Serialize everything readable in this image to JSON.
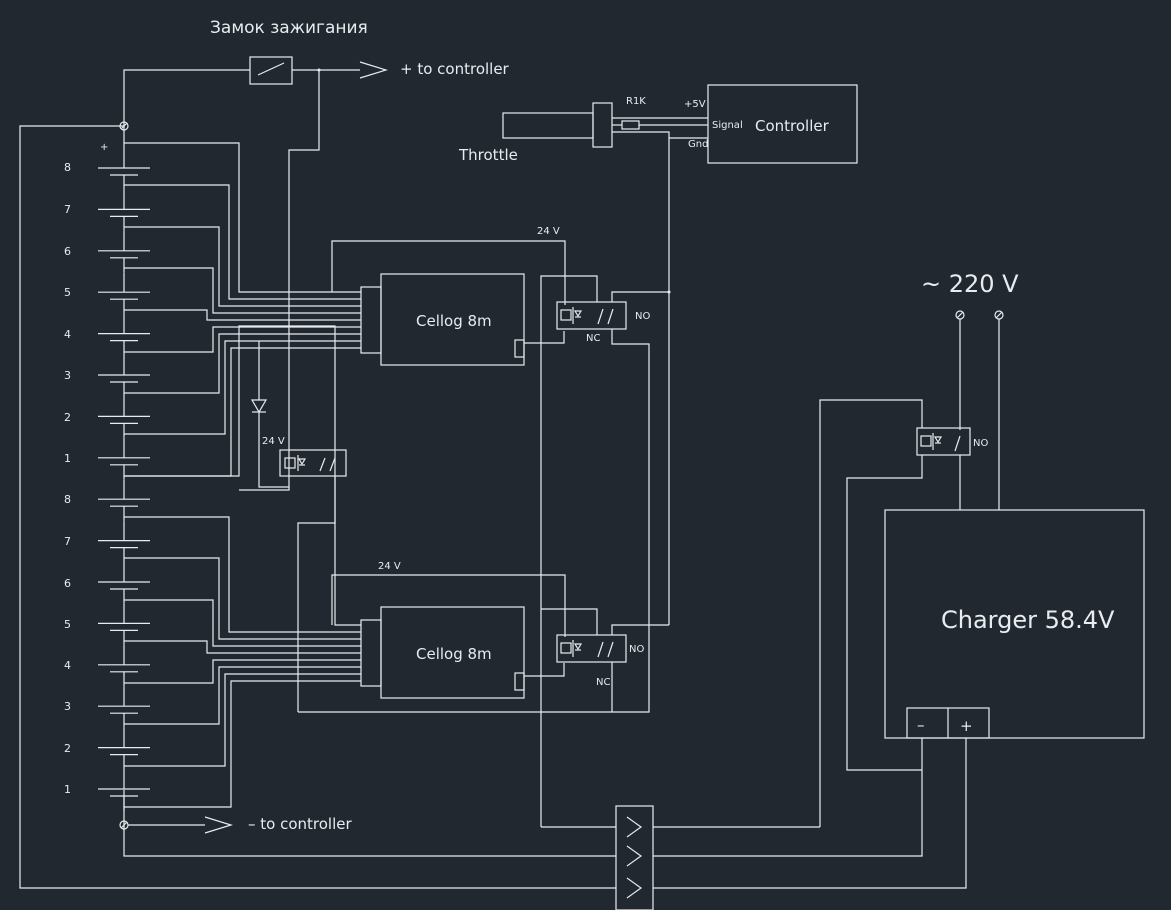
{
  "diagram": {
    "ignition_label": "Замок зажигания",
    "plus_to_controller": "+ to controller",
    "minus_to_controller": "– to controller",
    "throttle_label": "Throttle",
    "resistor_label": "R1K",
    "controller": {
      "title": "Controller",
      "pin_5v": "+5V",
      "pin_signal": "Signal",
      "pin_gnd": "Gnd"
    },
    "battery_plus": "+",
    "cell_numbers_top": [
      "8",
      "7",
      "6",
      "5",
      "4",
      "3",
      "2",
      "1"
    ],
    "cell_numbers_bottom": [
      "8",
      "7",
      "6",
      "5",
      "4",
      "3",
      "2",
      "1"
    ],
    "cellog_top": {
      "title": "Cellog 8m",
      "supply": "24 V",
      "relay_no": "NO",
      "relay_nc": "NC"
    },
    "cellog_bottom": {
      "title": "Cellog 8m",
      "supply": "24 V",
      "relay_no": "NO",
      "relay_nc": "NC"
    },
    "middle_relay_supply": "24 V",
    "mains_label": "~ 220 V",
    "charger": {
      "title": "Charger 58.4V",
      "minus": "–",
      "plus": "+"
    },
    "charger_relay_no": "NO"
  },
  "colors": {
    "background": "#212830",
    "lines": "#e8ecef"
  }
}
